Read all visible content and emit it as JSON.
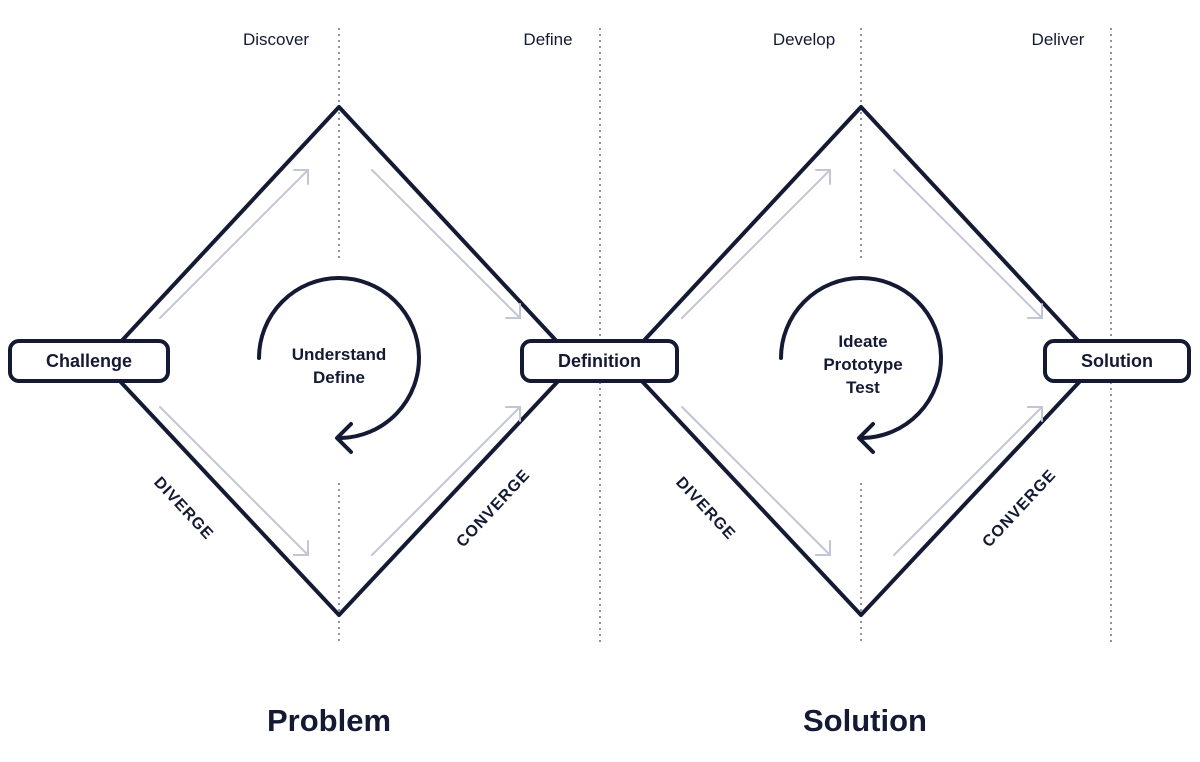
{
  "phases": [
    "Discover",
    "Define",
    "Develop",
    "Deliver"
  ],
  "nodes": {
    "start": "Challenge",
    "middle": "Definition",
    "end": "Solution"
  },
  "diamond_1": {
    "activities": [
      "Understand",
      "Define"
    ],
    "diverge": "DIVERGE",
    "converge": "CONVERGE"
  },
  "diamond_2": {
    "activities": [
      "Ideate",
      "Prototype",
      "Test"
    ],
    "diverge": "DIVERGE",
    "converge": "CONVERGE"
  },
  "sections": {
    "left": "Problem",
    "right": "Solution"
  },
  "colors": {
    "ink": "#141a33",
    "guide": "#8e93aa",
    "arrow": "#c3c6d2",
    "background": "#ffffff"
  }
}
